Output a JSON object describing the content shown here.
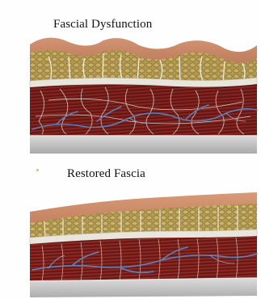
{
  "panels": [
    {
      "title": "Fascial Dysfunction",
      "state": "dysfunction"
    },
    {
      "title": "Restored Fascia",
      "state": "restored"
    }
  ],
  "colors": {
    "skin": "#c98a68",
    "skin_dark": "#a8694b",
    "fat": "#b59a4f",
    "fat_dark": "#8a7135",
    "fascia": "#e8e6e0",
    "muscle": "#7a1f1c",
    "muscle_dark": "#4e0f0e",
    "vessel": "#5b7fb8",
    "bone": "#c8c8c8"
  }
}
